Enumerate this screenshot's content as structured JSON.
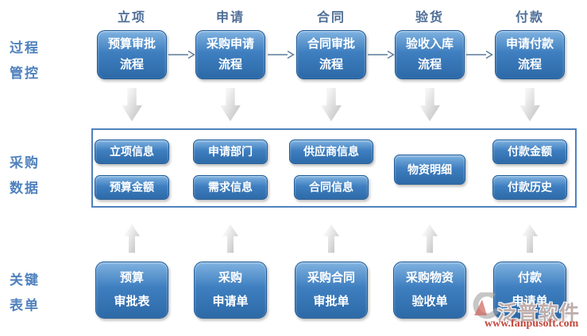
{
  "row_labels": {
    "process": "过程\n管控",
    "data": "采购\n数据",
    "forms": "关键\n表单"
  },
  "columns": [
    {
      "stage": "立项",
      "process": "预算审批\n流程",
      "data": [
        "立项信息",
        "预算金额"
      ],
      "form": "预算\n审批表"
    },
    {
      "stage": "申请",
      "process": "采购申请\n流程",
      "data": [
        "申请部门",
        "需求信息"
      ],
      "form": "采购\n申请单"
    },
    {
      "stage": "合同",
      "process": "合同审批\n流程",
      "data": [
        "供应商信息",
        "合同信息"
      ],
      "form": "采购合同\n审批单"
    },
    {
      "stage": "验货",
      "process": "验收入库\n流程",
      "data": [
        "物资明细"
      ],
      "form": "采购物资\n验收单"
    },
    {
      "stage": "付款",
      "process": "申请付款\n流程",
      "data": [
        "付款金额",
        "付款历史"
      ],
      "form": "付款\n申请单"
    }
  ],
  "watermark": {
    "brand": "泛普软件",
    "url": "www.fanpusoft.com"
  },
  "colors": {
    "box_top": "#7fb2e0",
    "box_mid": "#3f7fc0",
    "box_bottom": "#2c69a7",
    "box_border": "#1f5a96",
    "frame_border": "#4f81bd",
    "label_blue": "#4f81bd",
    "stage_text": "#4e6e96",
    "arrow_light": "#f5f5f5",
    "arrow_dark": "#c7c7c7",
    "connector": "#5a7a9a",
    "watermark_red": "#c4473c"
  }
}
